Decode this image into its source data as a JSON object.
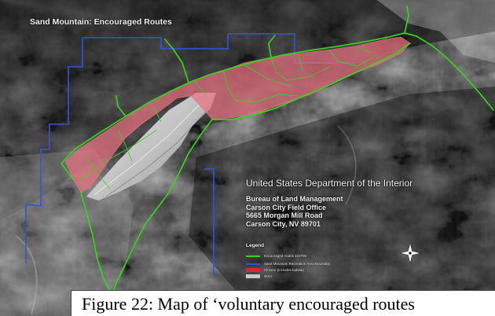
{
  "map": {
    "title": "Sand Mountain: Encouraged Routes",
    "agency": "United States Department of the Interior",
    "address_lines": [
      "Bureau of Land Management",
      "Carson City Field Office",
      "5665 Morgan Mill Road",
      "Carson City, NV  89701"
    ],
    "colors": {
      "route": "#3bd11f",
      "boundary": "#2f55d6",
      "closure": "#e8727f",
      "terrain_dark": "#1c1c1c",
      "dune": "#dadada"
    },
    "icons": [
      "north-star-icon"
    ]
  },
  "legend": {
    "title": "Legend",
    "items": [
      {
        "label": "Encouraged routes 110705",
        "symbol": "line",
        "color": "#3bd11f"
      },
      {
        "label": "Sand Mountain Recreation Area Boundary",
        "symbol": "line",
        "color": "#2f55d6"
      },
      {
        "label": "Closure (includes habitat)",
        "symbol": "fill",
        "color": "#e8727f"
      },
      {
        "label": "WSA",
        "symbol": "fill",
        "color": "#c9c9c9"
      }
    ]
  },
  "caption": "Figure 22: Map of ‘voluntary encouraged routes"
}
